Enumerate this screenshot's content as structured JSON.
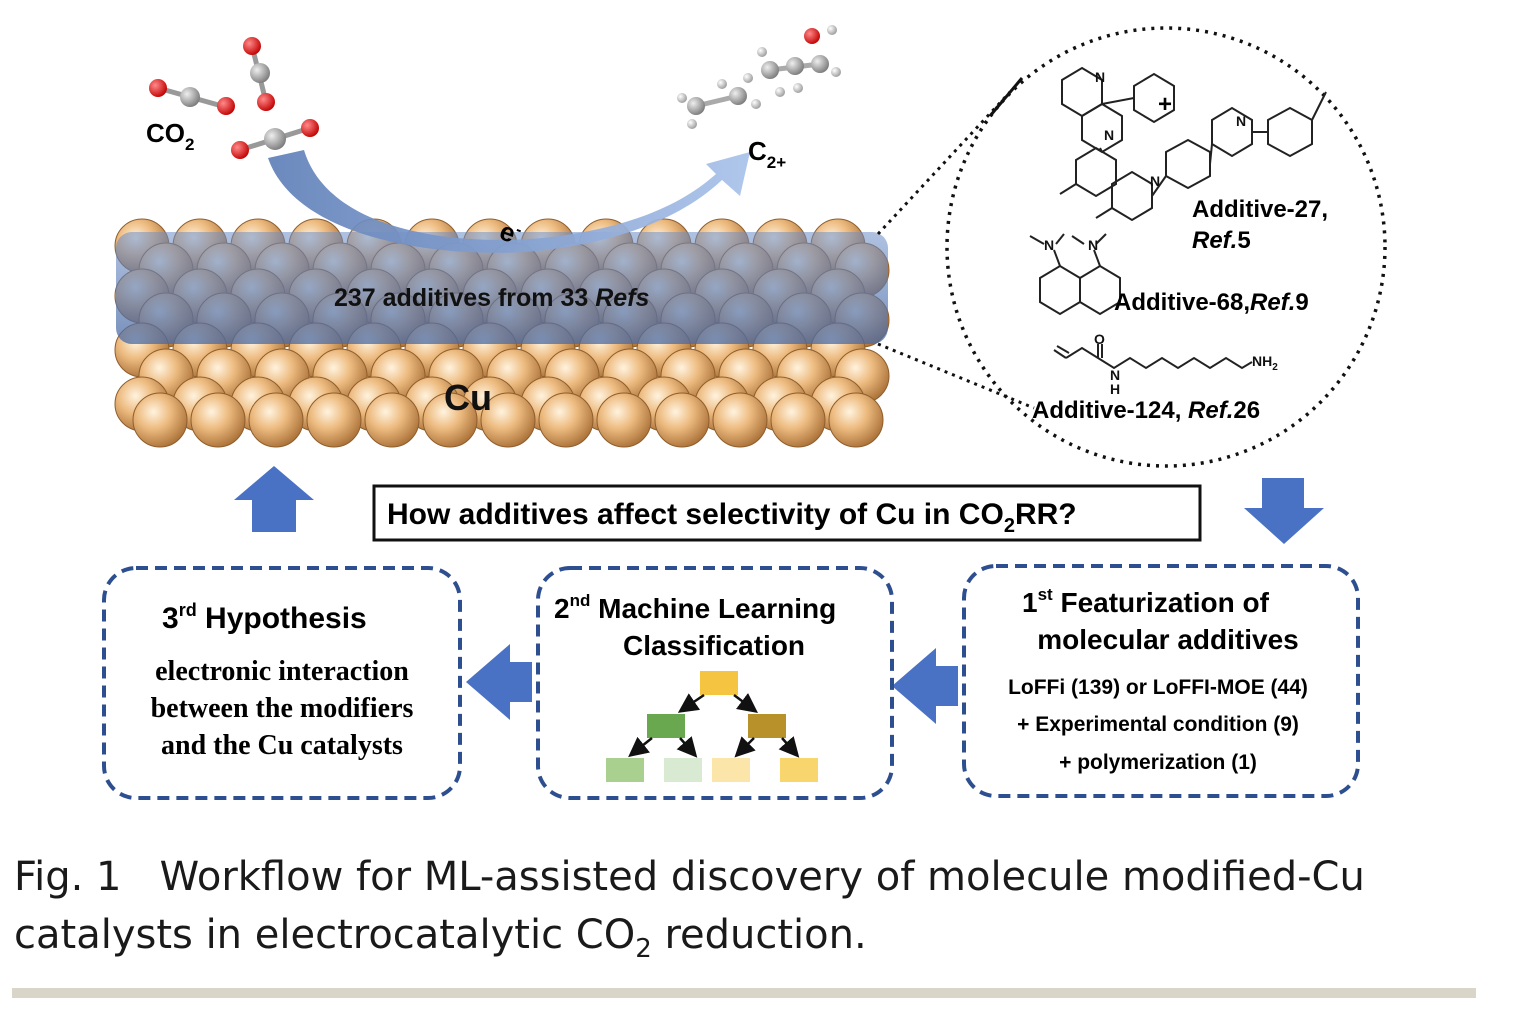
{
  "reaction": {
    "reactant": {
      "main": "CO",
      "sub": "2"
    },
    "product": {
      "main": "C",
      "sub": "2+"
    },
    "electron": "e",
    "electron_sup": "-"
  },
  "surface": {
    "label": "Cu",
    "additives_text": "237 additives from 33 ",
    "refs_word": "Refs"
  },
  "magnified": {
    "plus": "+",
    "additive_27": {
      "name": "Additive-27,",
      "ref": "Ref.",
      "num": "5"
    },
    "additive_68": {
      "name": "Additive-68,",
      "ref": "Ref.",
      "num": "9"
    },
    "additive_124": {
      "name": "Additive-124, ",
      "ref": "Ref.",
      "num": "26"
    },
    "nh2": "NH",
    "nh2_sub": "2",
    "n": "N",
    "h": "H",
    "o": "O"
  },
  "question": {
    "before": "How additives affect selectivity of Cu in CO",
    "sub": "2",
    "after": "RR?"
  },
  "steps": {
    "step1": {
      "ord": "1",
      "sup": "st",
      "title1": " Featurization of",
      "title2": "molecular additives",
      "lines": [
        "LoFFi (139) or LoFFI-MOE (44)",
        "+ Experimental condition (9)",
        "+ polymerization (1)"
      ]
    },
    "step2": {
      "ord": "2",
      "sup": "nd",
      "title1": " Machine Learning",
      "title2": "Classification"
    },
    "step3": {
      "ord": "3",
      "sup": "rd",
      "title1": " Hypothesis",
      "lines": [
        "electronic interaction",
        "between the modifiers",
        "and the Cu catalysts"
      ]
    }
  },
  "caption": {
    "label": "Fig. 1",
    "text_before": "Workflow for ML-assisted discovery of molecule modified-Cu catalysts in electrocatalytic CO",
    "sub": "2",
    "text_after": " reduction."
  },
  "colors": {
    "copper": "#e8b47a",
    "copper_dark": "#b07a40",
    "blue_layer": "#5d7fb5",
    "arrow_blue": "#4a72c4",
    "dashed_box": "#2e4f8f",
    "oxygen": "#e02020",
    "carbon": "#a8a8a8",
    "tree_root": "#f5c542",
    "tree_green": "#6aa84f",
    "tree_olive": "#b8912a",
    "tree_leaf_green": "#a9d08e",
    "tree_leaf_pale_green": "#d9ead3",
    "tree_leaf_pale_yellow": "#fce5a9",
    "tree_leaf_yellow": "#f9d56e"
  }
}
